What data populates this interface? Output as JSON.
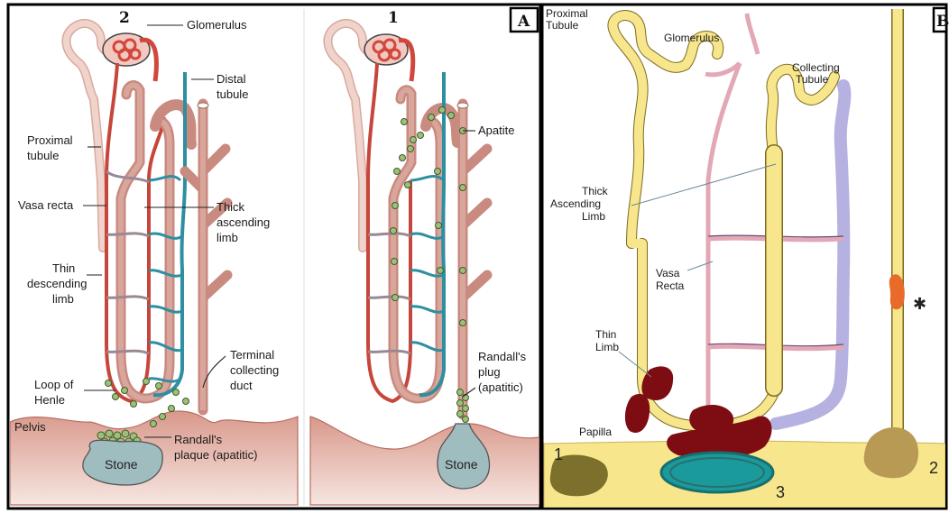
{
  "panel_a": {
    "tag": "A",
    "left_number": "2",
    "right_number": "1",
    "labels": {
      "glomerulus": "Glomerulus",
      "distal_1": "Distal",
      "distal_2": "tubule",
      "proximal_1": "Proximal",
      "proximal_2": "tubule",
      "vasa_recta": "Vasa recta",
      "thick_1": "Thick",
      "thick_2": "ascending",
      "thick_3": "limb",
      "thin_1": "Thin",
      "thin_2": "descending",
      "thin_3": "limb",
      "loop_1": "Loop of",
      "loop_2": "Henle",
      "terminal_1": "Terminal",
      "terminal_2": "collecting",
      "terminal_3": "duct",
      "pelvis": "Pelvis",
      "plaque_1": "Randall's",
      "plaque_2": "plaque (apatitic)",
      "stone_left": "Stone",
      "apatite": "Apatite",
      "plug_1": "Randall's",
      "plug_2": "plug",
      "plug_3": "(apatitic)",
      "stone_right": "Stone"
    }
  },
  "panel_b": {
    "tag": "B",
    "labels": {
      "proximal_1": "Proximal",
      "proximal_2": "Tubule",
      "glomerulus": "Glomerulus",
      "collecting_1": "Collecting",
      "collecting_2": "Tubule",
      "thick_1": "Thick",
      "thick_2": "Ascending",
      "thick_3": "Limb",
      "vasa_1": "Vasa",
      "vasa_2": "Recta",
      "thin_1": "Thin",
      "thin_2": "Limb",
      "papilla": "Papilla",
      "asterisk": "✱",
      "n1": "1",
      "n2": "2",
      "n3": "3"
    }
  },
  "colors": {
    "tubule_salmon": "#c98a80",
    "proximal_pink": "#e6c2b8",
    "vessel_red": "#d2473c",
    "vessel_blue": "#2d8fa0",
    "apatite_green": "#8fae6a",
    "pelvis_fill": "#e9b9ad",
    "stone_fill": "#9fbcbf",
    "yellow": "#f7e68b",
    "lavender": "#b5b1e0",
    "dark_red": "#7d0d12",
    "teal": "#1b9a9c",
    "olive": "#7d6f2c",
    "orange": "#e96b2a"
  }
}
